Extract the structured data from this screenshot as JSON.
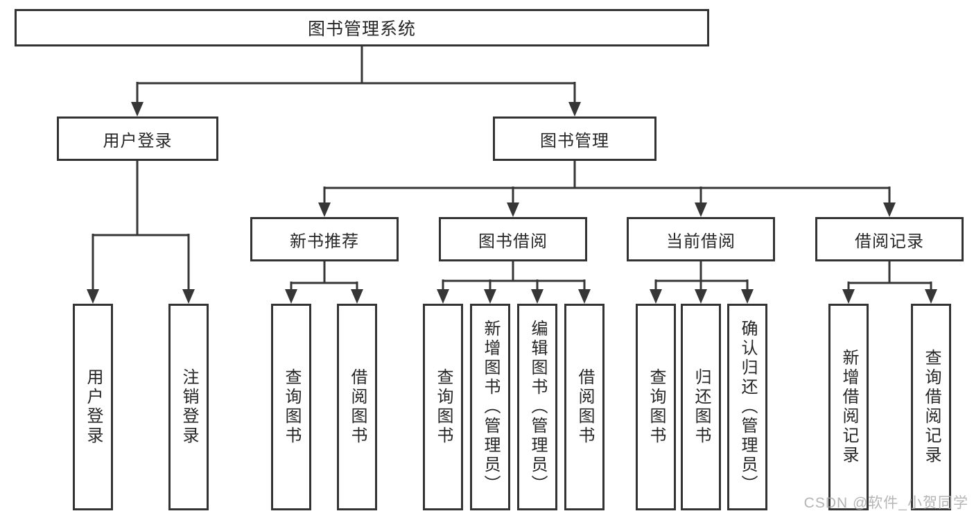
{
  "watermark": {
    "text": "CSDN @软件_小贺同学"
  },
  "colors": {
    "line": "#363636",
    "border": "#333333",
    "text": "#262626",
    "watermark": "#a9a9a9",
    "background": "#ffffff"
  },
  "tree": {
    "root": {
      "label": "图书管理系统",
      "children": [
        {
          "label": "用户登录",
          "children": [
            {
              "label": "用户登录"
            },
            {
              "label": "注销登录"
            }
          ]
        },
        {
          "label": "图书管理",
          "children": [
            {
              "label": "新书推荐",
              "children": [
                {
                  "label": "查询图书"
                },
                {
                  "label": "借阅图书"
                }
              ]
            },
            {
              "label": "图书借阅",
              "children": [
                {
                  "label": "查询图书"
                },
                {
                  "label": "新增图书（管理员）"
                },
                {
                  "label": "编辑图书（管理员）"
                },
                {
                  "label": "借阅图书"
                }
              ]
            },
            {
              "label": "当前借阅",
              "children": [
                {
                  "label": "查询图书"
                },
                {
                  "label": "归还图书"
                },
                {
                  "label": "确认归还（管理员）"
                }
              ]
            },
            {
              "label": "借阅记录",
              "children": [
                {
                  "label": "新增借阅记录"
                },
                {
                  "label": "查询借阅记录"
                }
              ]
            }
          ]
        }
      ]
    }
  }
}
